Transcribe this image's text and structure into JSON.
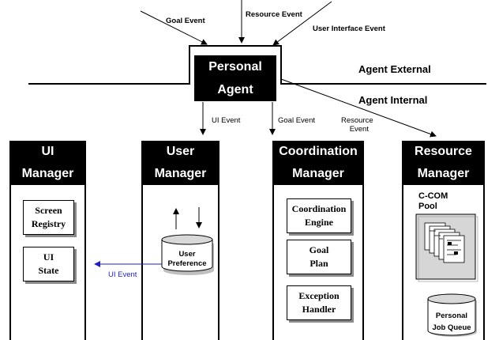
{
  "external_events": {
    "goal_event": "Goal Event",
    "resource_event": "Resource Event",
    "ui_event": "User Interface Event"
  },
  "personal_agent": {
    "line1": "Personal",
    "line2": "Agent"
  },
  "zones": {
    "external": "Agent External",
    "internal": "Agent Internal"
  },
  "internal_events": {
    "ui_event": "UI Event",
    "goal_event": "Goal Event",
    "resource_event_line1": "Resource",
    "resource_event_line2": "Event"
  },
  "managers": {
    "ui": {
      "title1": "UI",
      "title2": "Manager",
      "screen_registry": [
        "Screen",
        "Registry"
      ],
      "ui_state": [
        "UI",
        "State"
      ]
    },
    "user": {
      "title1": "User",
      "title2": "Manager",
      "preference": [
        "User",
        "Preference"
      ],
      "ui_event_link": "UI Event"
    },
    "coordination": {
      "title1": "Coordination",
      "title2": "Manager",
      "engine": [
        "Coordination",
        "Engine"
      ],
      "goal_plan": [
        "Goal",
        "Plan"
      ],
      "exception_handler": [
        "Exception",
        "Handler"
      ]
    },
    "resource": {
      "title1": "Resource",
      "title2": "Manager",
      "pool": [
        "C-COM",
        "Pool"
      ],
      "job_queue": [
        "Personal",
        "Job Queue"
      ]
    }
  },
  "colors": {
    "header_bg": "#000000",
    "link_arrow": "#1f1fbf",
    "shadow": "#8a8a8a",
    "pool_fill": "#d6d6d6"
  }
}
